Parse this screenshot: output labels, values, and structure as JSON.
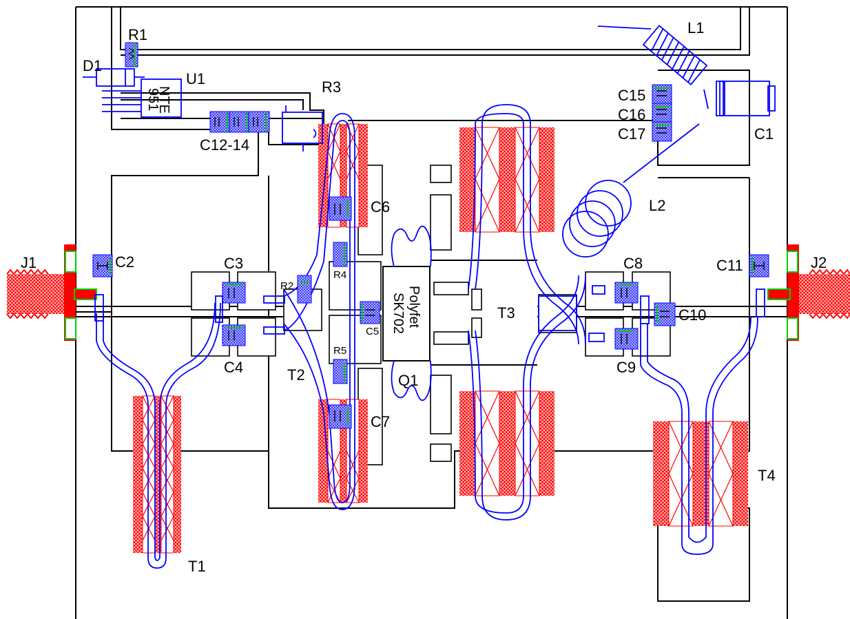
{
  "labels": {
    "r1": "R1",
    "d1": "D1",
    "u1": "U1",
    "u1_part_line1": "NTE",
    "u1_part_line2": "951",
    "r3": "R3",
    "c12_14": "C12-14",
    "l1": "L1",
    "c15": "C15",
    "c16": "C16",
    "c17": "C17",
    "c1": "C1",
    "l2": "L2",
    "j1": "J1",
    "c2": "C2",
    "c3": "C3",
    "c4": "C4",
    "r2": "R2",
    "c6": "C6",
    "r4": "R4",
    "c5": "C5",
    "r5": "R5",
    "t2": "T2",
    "c7": "C7",
    "q1": "Q1",
    "q1_part_line1": "Polyfet",
    "q1_part_line2": "SK702",
    "t3": "T3",
    "c8": "C8",
    "c9": "C9",
    "c10": "C10",
    "c11": "C11",
    "j2": "J2",
    "t1": "T1",
    "t4": "T4"
  },
  "colors": {
    "copper": "#000000",
    "component_outline": "#0000ff",
    "ferrite": "#ff0000",
    "connector": "#ff0000",
    "contact": "#00cc00"
  }
}
